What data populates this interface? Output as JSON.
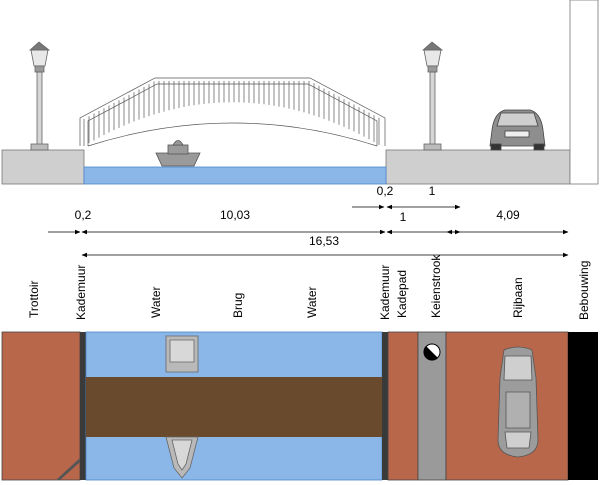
{
  "colors": {
    "water": "#8bb7e8",
    "water_edge": "#4a86c8",
    "brick": "#b8674a",
    "bridge_deck": "#6a4a2c",
    "quay_wall": "#3a3a3a",
    "cobble": "#9a9a9a",
    "building": "#000000",
    "ground": "#cfcfcf"
  },
  "dimensions": {
    "d_0_2_left": "0,2",
    "d_10_03": "10,03",
    "d_16_53": "16,53",
    "d_0_2_right": "0,2",
    "d_1_upper": "1",
    "d_1_lower": "1",
    "d_4_09": "4,09"
  },
  "labels": {
    "trottoir": "Trottoir",
    "kademuur_left": "Kademuur",
    "water_left": "Water",
    "brug": "Brug",
    "water_right": "Water",
    "kademuur_right": "Kademuur",
    "kadepad": "Kadepad",
    "keienstrook": "Keienstrook",
    "rijbaan": "Rijbaan",
    "bebouwing": "Bebouwing"
  }
}
